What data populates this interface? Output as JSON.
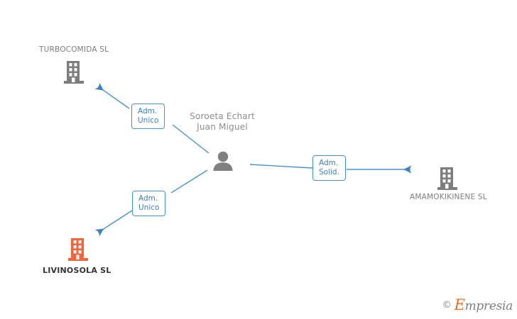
{
  "graph": {
    "background": "#ffffff",
    "edge_color": "#4a90d9",
    "nodes": [
      {
        "id": "turbocomida",
        "type": "company",
        "label": "TURBOCOMIDA SL",
        "icon": "building-icon",
        "icon_color": "#7d7d7d",
        "label_color": "#7d7d7d",
        "label_position": "above"
      },
      {
        "id": "person",
        "type": "person",
        "label": "Soroeta Echart Juan Miguel",
        "icon": "person-icon",
        "icon_color": "#808080",
        "label_color": "#8d8d8d",
        "label_position": "above"
      },
      {
        "id": "livinosola",
        "type": "company",
        "label": "LIVINOSOLA SL",
        "icon": "building-icon",
        "icon_color": "#f4633a",
        "label_color": "#333333",
        "label_position": "below"
      },
      {
        "id": "amamokikinene",
        "type": "company",
        "label": "AMAMOKIKINENE SL",
        "icon": "building-icon",
        "icon_color": "#7d7d7d",
        "label_color": "#7d7d7d",
        "label_position": "below"
      }
    ],
    "edges": [
      {
        "id": "edge-turbocomida",
        "from": "person",
        "to": "turbocomida",
        "label_line1": "Adm.",
        "label_line2": "Unico"
      },
      {
        "id": "edge-amamokikinene",
        "from": "person",
        "to": "amamokikinene",
        "label_line1": "Adm.",
        "label_line2": "Solid."
      },
      {
        "id": "edge-livinosola",
        "from": "person",
        "to": "livinosola",
        "label_line1": "Adm.",
        "label_line2": "Unico"
      }
    ]
  },
  "watermark": {
    "copyright": "©",
    "brand_initial": "E",
    "brand_rest": "mpresia",
    "brand_color": "#f2701d"
  }
}
